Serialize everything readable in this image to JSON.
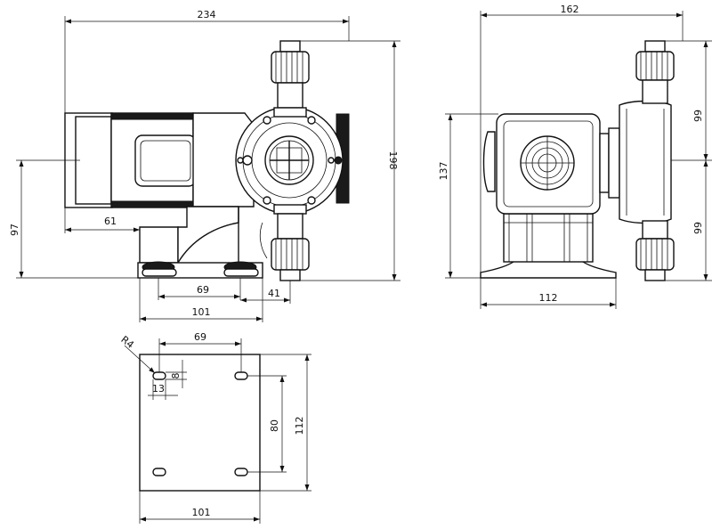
{
  "dimensions": {
    "overall_width": "234",
    "motor_body_length": "61",
    "center_height": "97",
    "base_hole_spacing_front": "69",
    "base_offset_front": "41",
    "base_width_front": "101",
    "overall_height": "198",
    "side_width": "162",
    "side_center_height": "137",
    "side_upper_half": "99",
    "side_lower_half": "99",
    "side_base_width": "112",
    "plan_hole_spacing_x": "69",
    "plan_corner_radius": "R4",
    "plan_slot_length": "13",
    "plan_slot_width": "8",
    "plan_hole_spacing_y": "80",
    "plan_depth": "112",
    "plan_width": "101"
  }
}
